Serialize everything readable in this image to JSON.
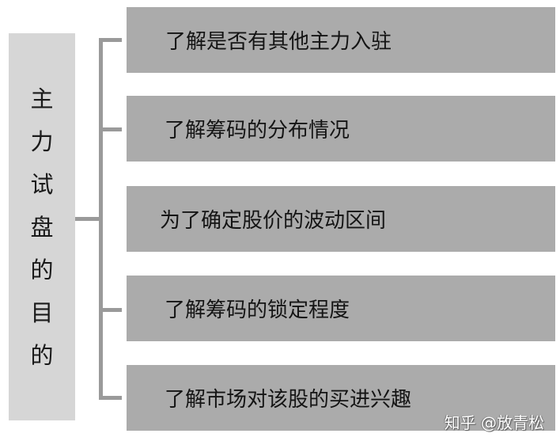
{
  "title": {
    "text": "主力试盘的目的",
    "chars": [
      "主",
      "力",
      "试",
      "盘",
      "的",
      "目",
      "的"
    ]
  },
  "items": [
    {
      "label": "了解是否有其他主力入驻"
    },
    {
      "label": "了解筹码的分布情况"
    },
    {
      "label": "为了确定股价的波动区间"
    },
    {
      "label": "了解筹码的锁定程度"
    },
    {
      "label": "了解市场对该股的买进兴趣"
    }
  ],
  "watermark": {
    "text": "知乎 @放青松"
  },
  "colors": {
    "title_box": "#d6d6d6",
    "item_box": "#ababab",
    "connector": "#9a9a9a",
    "text": "#141414"
  }
}
